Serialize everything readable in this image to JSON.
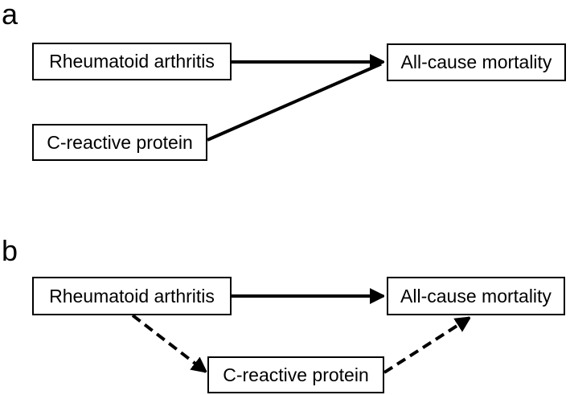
{
  "diagram": {
    "background_color": "#ffffff",
    "line_color": "#000000",
    "box_border_color": "#000000",
    "box_fill_color": "#ffffff",
    "panels": [
      {
        "label": "a",
        "nodes": [
          {
            "id": "rheumatoid-arthritis",
            "label": "Rheumatoid arthritis"
          },
          {
            "id": "all-cause-mortality",
            "label": "All-cause mortality"
          },
          {
            "id": "c-reactive-protein",
            "label": "C-reactive protein"
          }
        ],
        "edges": [
          {
            "from": "Rheumatoid arthritis",
            "to": "All-cause mortality",
            "style": "solid",
            "arrowhead": true
          },
          {
            "from": "C-reactive protein",
            "to": "All-cause mortality",
            "style": "solid",
            "arrowhead": true
          }
        ]
      },
      {
        "label": "b",
        "nodes": [
          {
            "id": "rheumatoid-arthritis",
            "label": "Rheumatoid arthritis"
          },
          {
            "id": "all-cause-mortality",
            "label": "All-cause mortality"
          },
          {
            "id": "c-reactive-protein",
            "label": "C-reactive protein"
          }
        ],
        "edges": [
          {
            "from": "Rheumatoid arthritis",
            "to": "All-cause mortality",
            "style": "solid",
            "arrowhead": true
          },
          {
            "from": "Rheumatoid arthritis",
            "to": "C-reactive protein",
            "style": "dashed",
            "arrowhead": true
          },
          {
            "from": "C-reactive protein",
            "to": "All-cause mortality",
            "style": "dashed",
            "arrowhead": true
          }
        ]
      }
    ]
  }
}
